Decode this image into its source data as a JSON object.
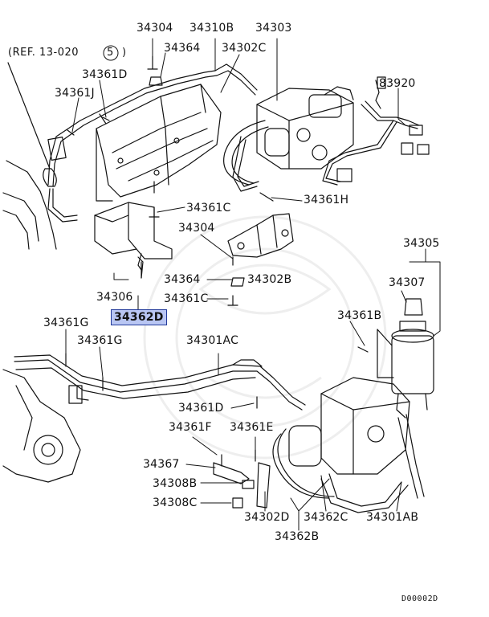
{
  "diagram": {
    "reference": "(REF. 13-020",
    "reference_index": "5",
    "reference_close": ")",
    "diagram_code": "D00002D",
    "highlighted_part": "34362D",
    "labels": {
      "p34304_top": "34304",
      "p34310B": "34310B",
      "p34303": "34303",
      "p34364_top": "34364",
      "p34302C": "34302C",
      "p34361D_top": "34361D",
      "p34361J": "34361J",
      "p83920": "83920",
      "p34361H": "34361H",
      "p34361C_top": "34361C",
      "p34304_mid": "34304",
      "p34305": "34305",
      "p34307": "34307",
      "p34306": "34306",
      "p34364_mid": "34364",
      "p34302B": "34302B",
      "p34361C_mid": "34361C",
      "p34362D": "34362D",
      "p34361B": "34361B",
      "p34361G_a": "34361G",
      "p34361G_b": "34361G",
      "p34301AC": "34301AC",
      "p34361D_mid": "34361D",
      "p34361F": "34361F",
      "p34361E": "34361E",
      "p34367": "34367",
      "p34308B": "34308B",
      "p34308C": "34308C",
      "p34302D": "34302D",
      "p34362C": "34362C",
      "p34301AB": "34301AB",
      "p34362B": "34362B"
    }
  }
}
